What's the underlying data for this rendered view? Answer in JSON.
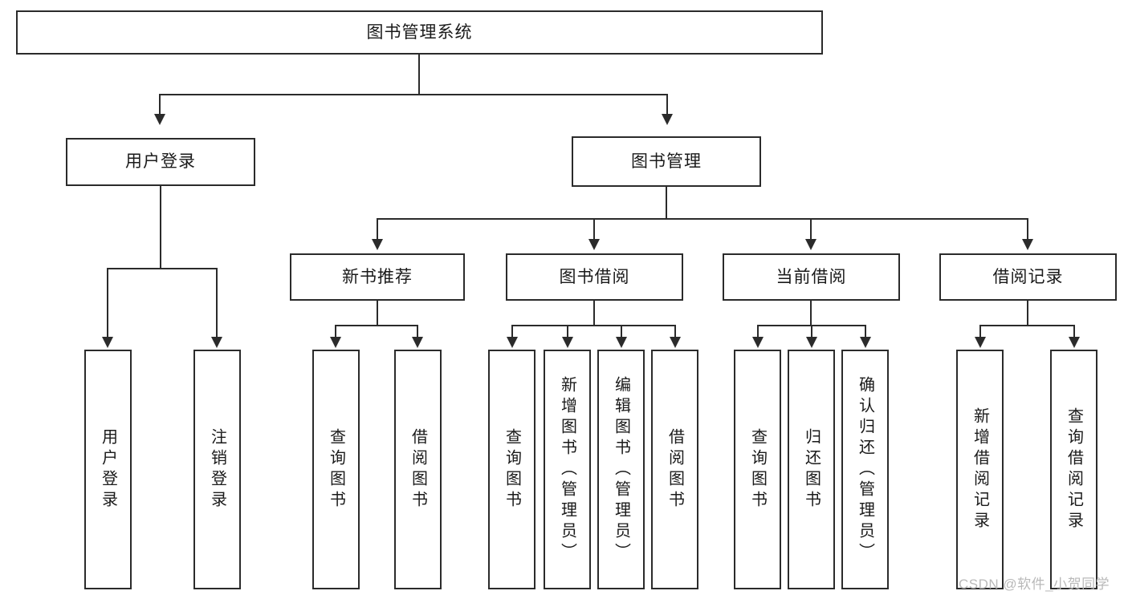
{
  "diagram": {
    "type": "tree-hierarchy-chart",
    "title": "图书管理系统",
    "watermark": "CSDN @软件_小贺同学",
    "colors": {
      "box_border": "#2b2b2b",
      "box_fill": "#ffffff",
      "connector": "#2b2b2b",
      "background": "#ffffff",
      "watermark": "#b9b9b9"
    },
    "root": {
      "label": "图书管理系统"
    },
    "level2": [
      {
        "id": "user-login",
        "label": "用户登录"
      },
      {
        "id": "book-manage",
        "label": "图书管理"
      }
    ],
    "level3": [
      {
        "id": "new-book-recommend",
        "label": "新书推荐"
      },
      {
        "id": "book-borrow",
        "label": "图书借阅"
      },
      {
        "id": "current-borrow",
        "label": "当前借阅"
      },
      {
        "id": "borrow-record",
        "label": "借阅记录"
      }
    ],
    "leaves": {
      "user_login": [
        {
          "id": "leaf-user-login",
          "label": "用户登录"
        },
        {
          "id": "leaf-logout-login",
          "label": "注销登录"
        }
      ],
      "new_book_recommend": [
        {
          "id": "leaf-query-book-1",
          "label": "查询图书"
        },
        {
          "id": "leaf-borrow-book-1",
          "label": "借阅图书"
        }
      ],
      "book_borrow": [
        {
          "id": "leaf-query-book-2",
          "label": "查询图书"
        },
        {
          "id": "leaf-add-book",
          "label": "新增图书（管理员）"
        },
        {
          "id": "leaf-edit-book",
          "label": "编辑图书（管理员）"
        },
        {
          "id": "leaf-borrow-book-2",
          "label": "借阅图书"
        }
      ],
      "current_borrow": [
        {
          "id": "leaf-query-book-3",
          "label": "查询图书"
        },
        {
          "id": "leaf-return-book",
          "label": "归还图书"
        },
        {
          "id": "leaf-confirm-return",
          "label": "确认归还（管理员）"
        }
      ],
      "borrow_record": [
        {
          "id": "leaf-add-borrow-record",
          "label": "新增借阅记录"
        },
        {
          "id": "leaf-query-borrow-record",
          "label": "查询借阅记录"
        }
      ]
    }
  }
}
